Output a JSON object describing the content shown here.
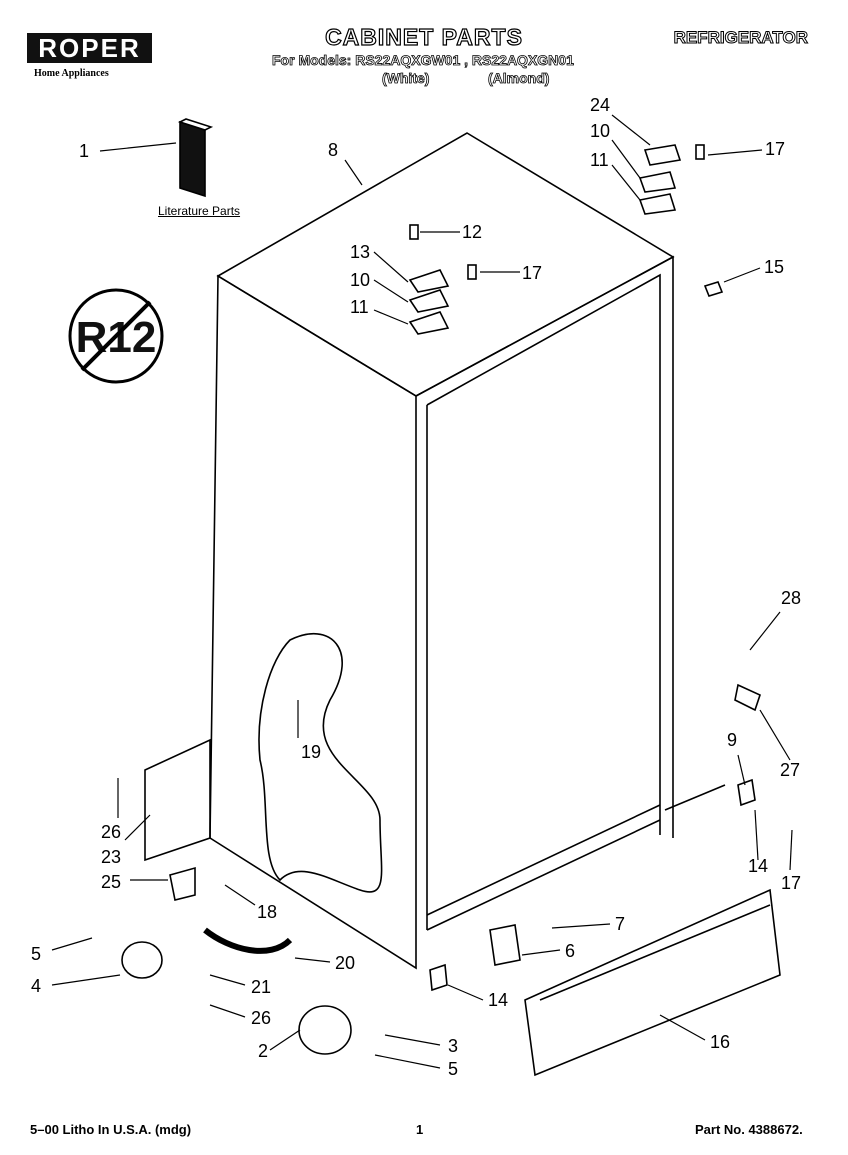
{
  "header": {
    "brand": "ROPER",
    "brand_sub": "Home Appliances",
    "title": "CABINET PARTS",
    "category": "REFRIGERATOR",
    "models_line": "For Models: RS22AQXGW01 , RS22AQXGN01",
    "variant_white": "(White)",
    "variant_almond": "(Almond)"
  },
  "literature_label": "Literature Parts",
  "callouts": [
    "1",
    "8",
    "24",
    "10",
    "17",
    "11",
    "12",
    "13",
    "10",
    "17",
    "11",
    "15",
    "28",
    "19",
    "9",
    "27",
    "26",
    "23",
    "14",
    "17",
    "25",
    "18",
    "7",
    "6",
    "5",
    "20",
    "4",
    "21",
    "14",
    "26",
    "16",
    "2",
    "3",
    "5"
  ],
  "footer": {
    "left": "5–00 Litho In U.S.A. (mdg)",
    "page": "1",
    "part_no": "Part No. 4388672."
  }
}
